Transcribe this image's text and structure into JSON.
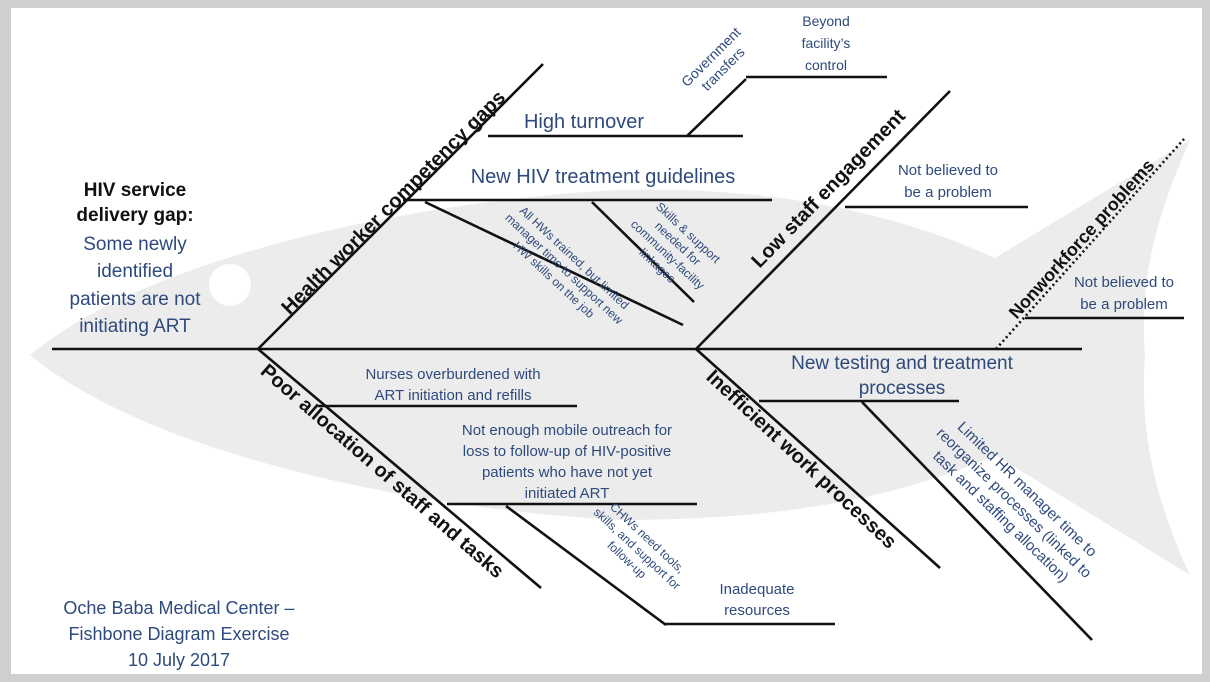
{
  "problem": {
    "title_line1": "HIV service",
    "title_line2": "delivery gap:",
    "desc_lines": [
      "Some newly",
      "identified",
      "patients are not",
      "initiating ART"
    ]
  },
  "categories": {
    "health_worker": "Health worker competency gaps",
    "low_engagement": "Low staff engagement",
    "nonworkforce": "Nonworkforce problems",
    "poor_allocation": "Poor allocation of staff and tasks",
    "inefficient": "Inefficient work processes"
  },
  "causes": {
    "high_turnover": "High turnover",
    "government_transfers": [
      "Government",
      "transfers"
    ],
    "beyond_control": [
      "Beyond",
      "facility’s",
      "control"
    ],
    "new_guidelines": "New HIV treatment guidelines",
    "all_hws_trained": [
      "All HWs trained, but limited",
      "manager time to support new",
      "HW skills on the job"
    ],
    "skills_support": [
      "Skills & support",
      "needed for",
      "community-facility",
      "linkages"
    ],
    "not_believed_1": [
      "Not believed to",
      "be a problem"
    ],
    "not_believed_2": [
      "Not believed to",
      "be a problem"
    ],
    "nurses_overburdened": [
      "Nurses overburdened with",
      "ART initiation and refills"
    ],
    "mobile_outreach": [
      "Not enough mobile outreach for",
      "loss to follow-up of HIV-positive",
      "patients who have not yet",
      "initiated ART"
    ],
    "chws_need": [
      "CHWs need tools,",
      "skills, and support for",
      "follow-up"
    ],
    "inadequate_resources": [
      "Inadequate",
      "resources"
    ],
    "new_testing": [
      "New testing and treatment",
      "processes"
    ],
    "limited_hr": [
      "Limited HR manager time to",
      "reorganize processes (linked to",
      "task and staffing allocation)"
    ]
  },
  "footer": {
    "lines": [
      "Oche Baba Medical Center –",
      "Fishbone Diagram Exercise",
      "10 July 2017"
    ]
  },
  "colors": {
    "frame": "#cfcfcf",
    "fish": "#ececec",
    "lines": "#111111",
    "text_blue": "#2e4a7d"
  }
}
